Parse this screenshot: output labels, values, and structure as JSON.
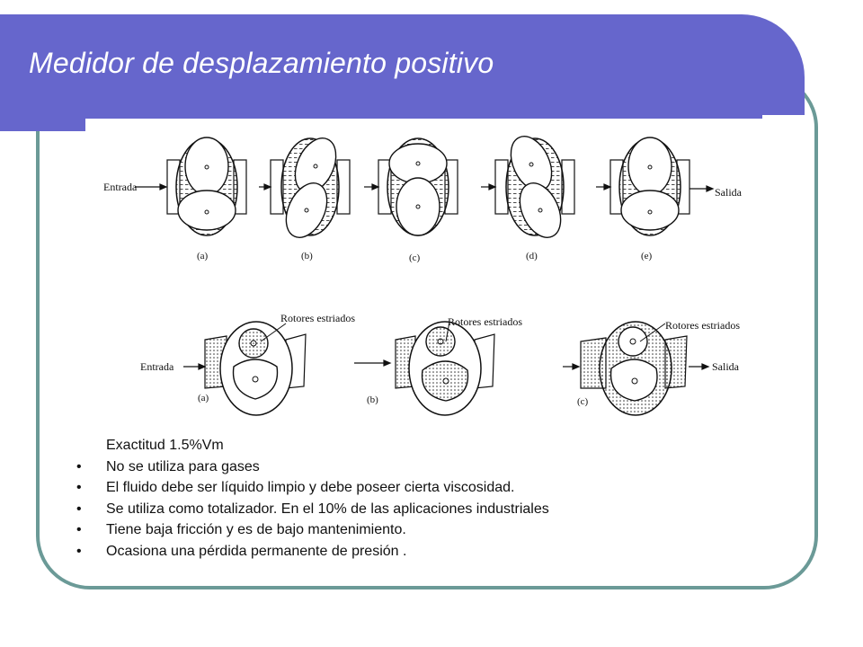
{
  "slide": {
    "title": "Medidor de desplazamiento positivo"
  },
  "diagram_top": {
    "inlet_label": "Entrada",
    "outlet_label": "Salida",
    "panels": [
      "(a)",
      "(b)",
      "(c)",
      "(d)",
      "(e)"
    ]
  },
  "diagram_bottom": {
    "inlet_label": "Entrada",
    "outlet_label": "Salida",
    "rotor_label": "Rotores estriados",
    "panels": [
      "(a)",
      "(b)",
      "(c)"
    ]
  },
  "bullets": [
    {
      "text": "Exactitud 1.5%Vm",
      "bullet": false
    },
    {
      "text": "No se utiliza para gases",
      "bullet": true
    },
    {
      "text": "El fluido debe ser líquido limpio y debe poseer cierta viscosidad.",
      "bullet": true
    },
    {
      "text": "Se utiliza como totalizador. En el 10% de las aplicaciones industriales",
      "bullet": true
    },
    {
      "text": "Tiene baja fricción y es de bajo mantenimiento.",
      "bullet": true
    },
    {
      "text": "Ocasiona una pérdida permanente de presión .",
      "bullet": true
    }
  ]
}
